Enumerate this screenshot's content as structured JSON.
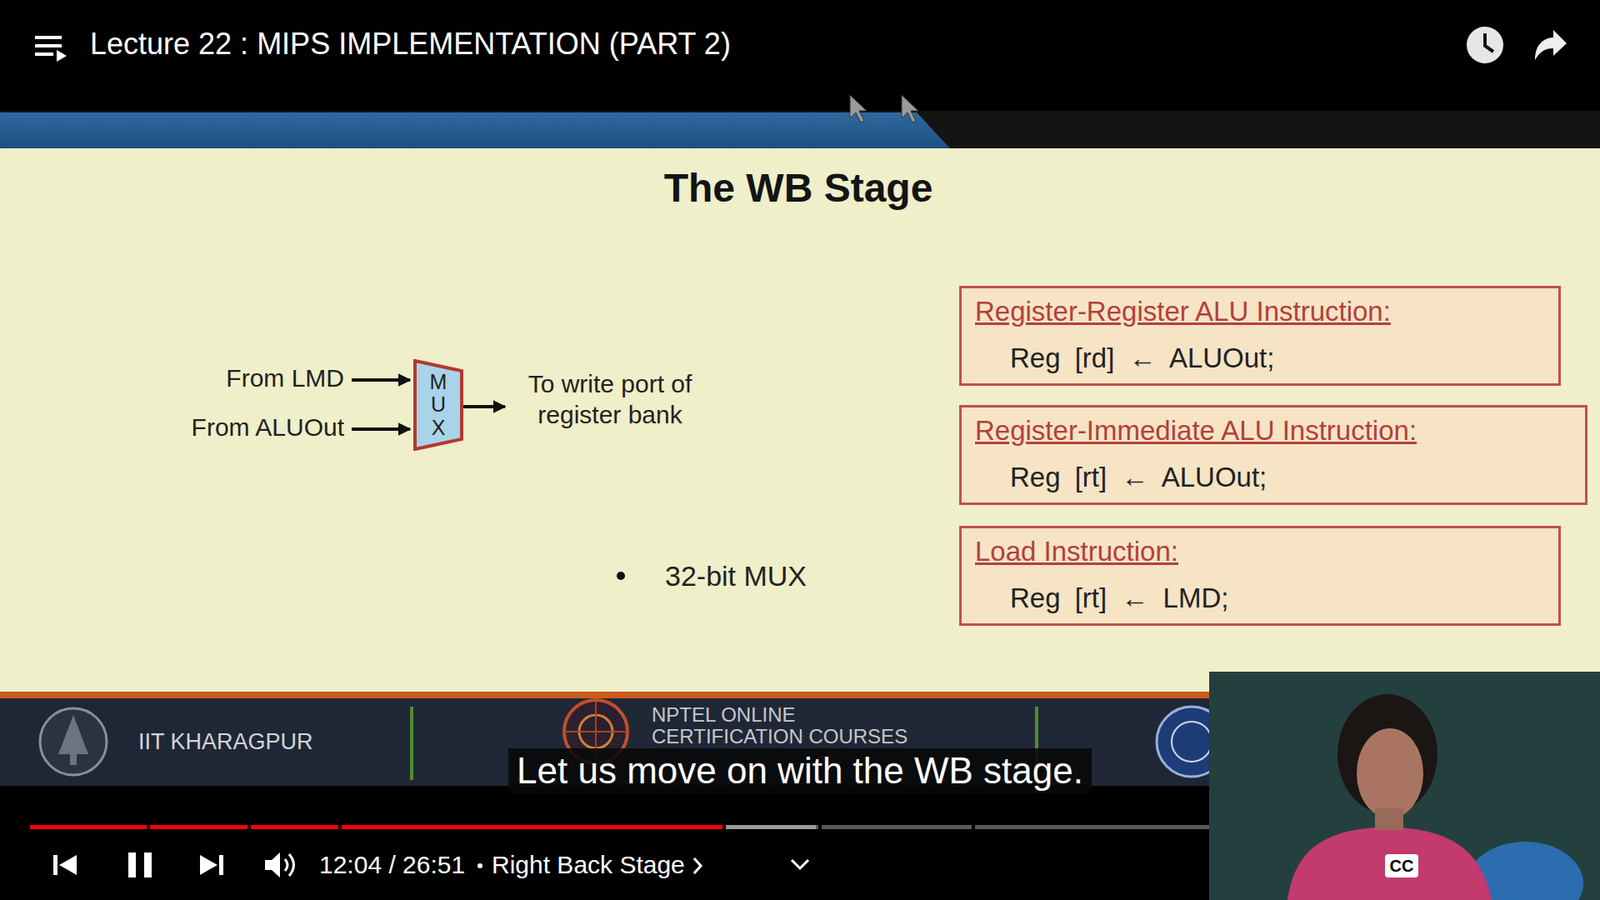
{
  "diagram": {
    "title": "The WB Stage",
    "nodes": [
      {
        "text": [
          "Register-Register ALU Instruction:",
          "Reg [rd] ← ALUOut;"
        ]
      },
      {
        "text": [
          "Register-Immediate ALU Instruction:",
          "Reg [rt] ← ALUOut;"
        ]
      },
      {
        "text": [
          "Load Instruction:",
          "Reg [rt] ← LMD;"
        ]
      },
      {
        "text": [
          "MUX"
        ]
      }
    ],
    "labels": [
      "Lecture 22 : MIPS IMPLEMENTATION (PART 2)",
      "From LMD",
      "From ALUOut",
      "To write port of register bank",
      "32-bit MUX",
      "IIT KHARAGPUR",
      "NPTEL ONLINE CERTIFICATION COURSES",
      "Let us move on with the WB stage.",
      "12:04 / 26:51",
      "Right Back Stage",
      "CC"
    ]
  }
}
